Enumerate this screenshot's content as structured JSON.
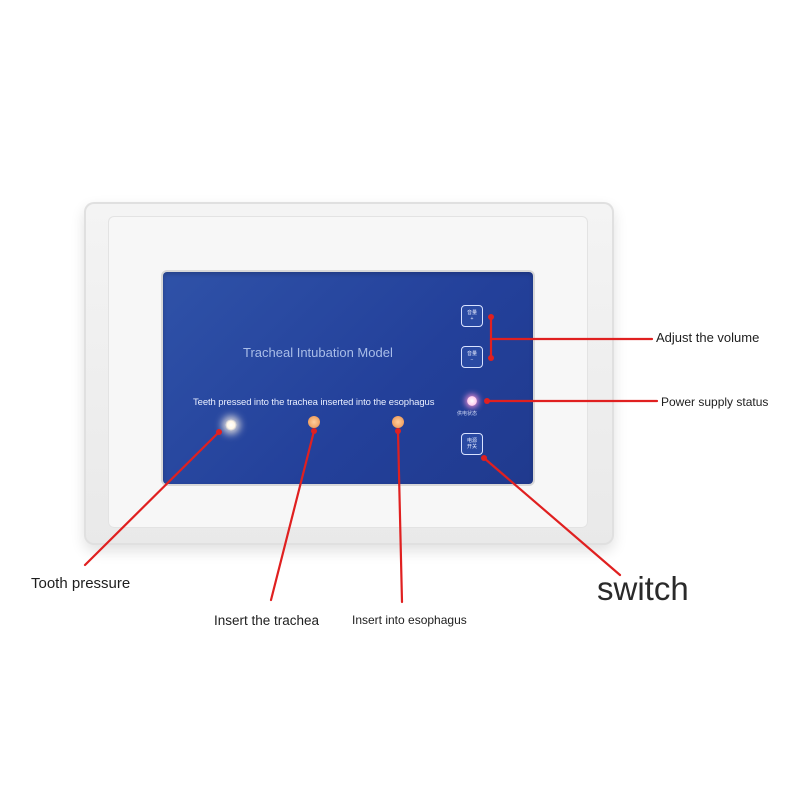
{
  "device": {
    "panel_title": "Tracheal Intubation Model",
    "panel_indicators": "Teeth pressed into the trachea inserted into the esophagus",
    "power_caption": "供电状态",
    "keys": {
      "volume_up": {
        "line1": "音量",
        "line2": "+"
      },
      "volume_down": {
        "line1": "音量",
        "line2": "−"
      },
      "switch": {
        "line1": "电源",
        "line2": "开关"
      }
    },
    "colors": {
      "panel": "#23409a",
      "housing": "#efefef",
      "leader": "#e02020",
      "led_white": "#fff6e6",
      "led_orange": "#f0a060",
      "led_power": "#ff9ee0"
    }
  },
  "callouts": {
    "adjust_volume": "Adjust the volume",
    "power_supply_status": "Power supply status",
    "tooth_pressure": "Tooth pressure",
    "insert_trachea": "Insert the trachea",
    "insert_esophagus": "Insert into esophagus",
    "switch": "switch"
  }
}
